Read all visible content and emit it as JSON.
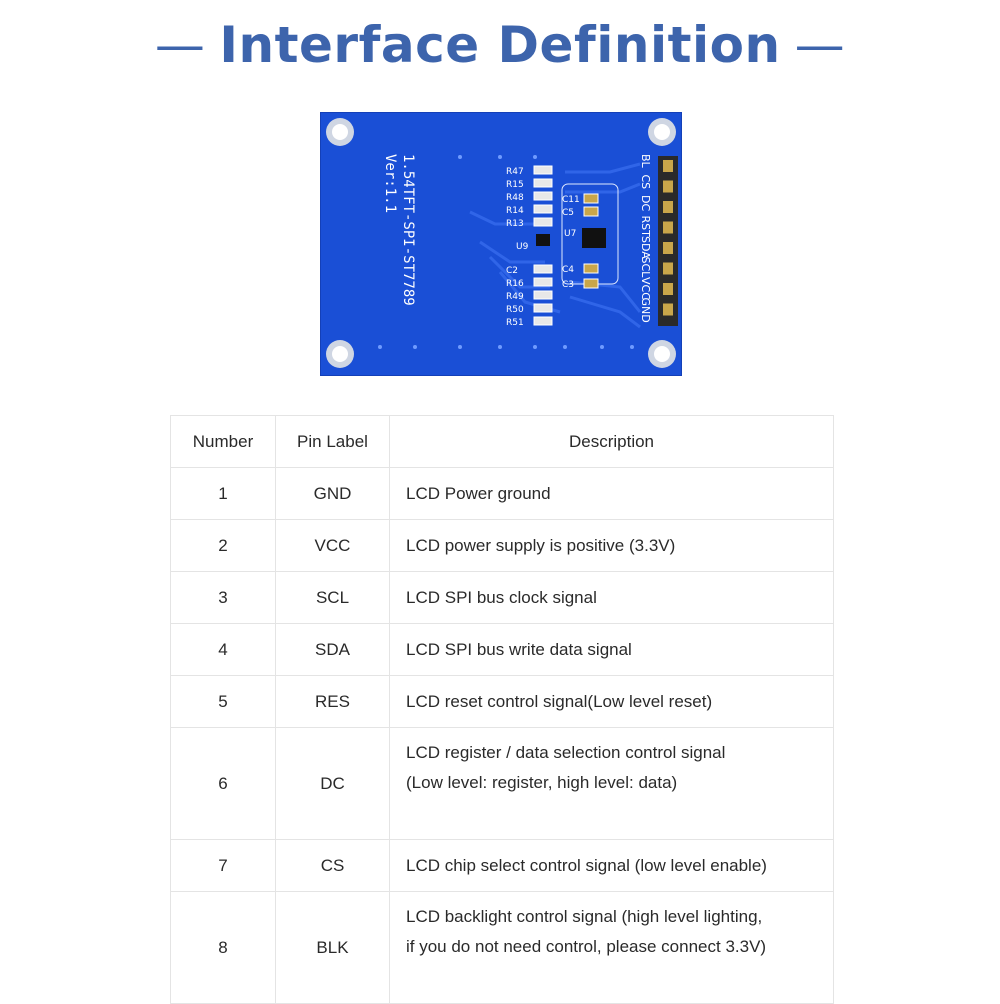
{
  "header": {
    "title": "Interface Definition",
    "dash_left": "—",
    "dash_right": "—"
  },
  "board": {
    "model_line1": "1.54TFT-SPI-ST7789",
    "model_line2": "Ver:1.1",
    "pin_labels": [
      "BL",
      "CS",
      "DC",
      "RST",
      "SDA",
      "SCL",
      "VCC",
      "GND"
    ],
    "components_left": [
      "R47",
      "R15",
      "R48",
      "R14",
      "R13",
      "U9",
      "C2",
      "R16",
      "R49",
      "R50",
      "R51"
    ],
    "components_right": [
      "C11",
      "C5",
      "U7",
      "C4",
      "C3"
    ],
    "pcb_color": "#1a4fd6"
  },
  "table": {
    "headers": [
      "Number",
      "Pin Label",
      "Description"
    ],
    "rows": [
      {
        "number": "1",
        "pin": "GND",
        "desc": [
          "LCD Power ground"
        ]
      },
      {
        "number": "2",
        "pin": "VCC",
        "desc": [
          "LCD power supply is positive (3.3V)"
        ]
      },
      {
        "number": "3",
        "pin": "SCL",
        "desc": [
          "LCD SPI bus clock signal"
        ]
      },
      {
        "number": "4",
        "pin": "SDA",
        "desc": [
          "LCD SPI bus write data signal"
        ]
      },
      {
        "number": "5",
        "pin": "RES",
        "desc": [
          "LCD reset control signal(Low level reset)"
        ]
      },
      {
        "number": "6",
        "pin": "DC",
        "desc": [
          "LCD register / data selection control signal",
          "(Low level: register, high level: data)"
        ]
      },
      {
        "number": "7",
        "pin": "CS",
        "desc": [
          "LCD chip select control signal (low level enable)"
        ]
      },
      {
        "number": "8",
        "pin": "BLK",
        "desc": [
          "LCD backlight control signal (high level lighting,",
          "if you do not need control, please connect 3.3V)"
        ]
      }
    ]
  },
  "colors": {
    "title": "#3d64ac",
    "border": "#e4e4e4",
    "text": "#2a2a2a"
  }
}
